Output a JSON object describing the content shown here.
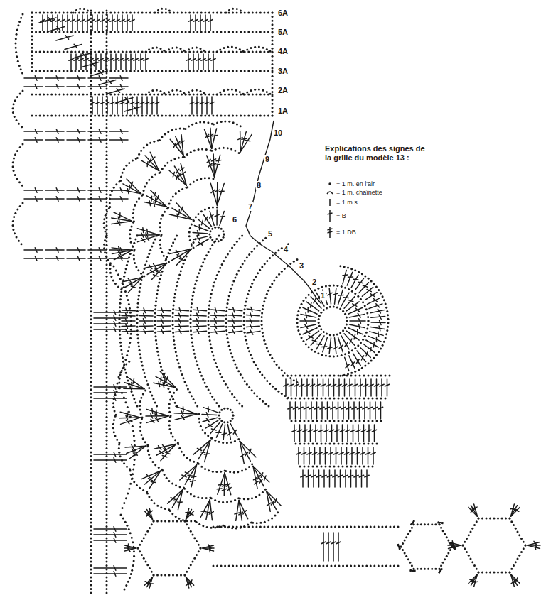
{
  "diagram": {
    "title": "Explications des signes de la grille du modèle 13 :",
    "labels": [
      "6A",
      "5A",
      "4A",
      "3A",
      "2A",
      "1A",
      "10",
      "9",
      "8",
      "7",
      "6",
      "5",
      "4",
      "3",
      "2",
      "1"
    ],
    "legend": [
      {
        "text": "= 1 m. en l'air"
      },
      {
        "text": "= 1 m. chaînette"
      },
      {
        "text": "= 1 m.s."
      },
      {
        "text": "= B"
      },
      {
        "text": "= 1 DB"
      }
    ]
  }
}
